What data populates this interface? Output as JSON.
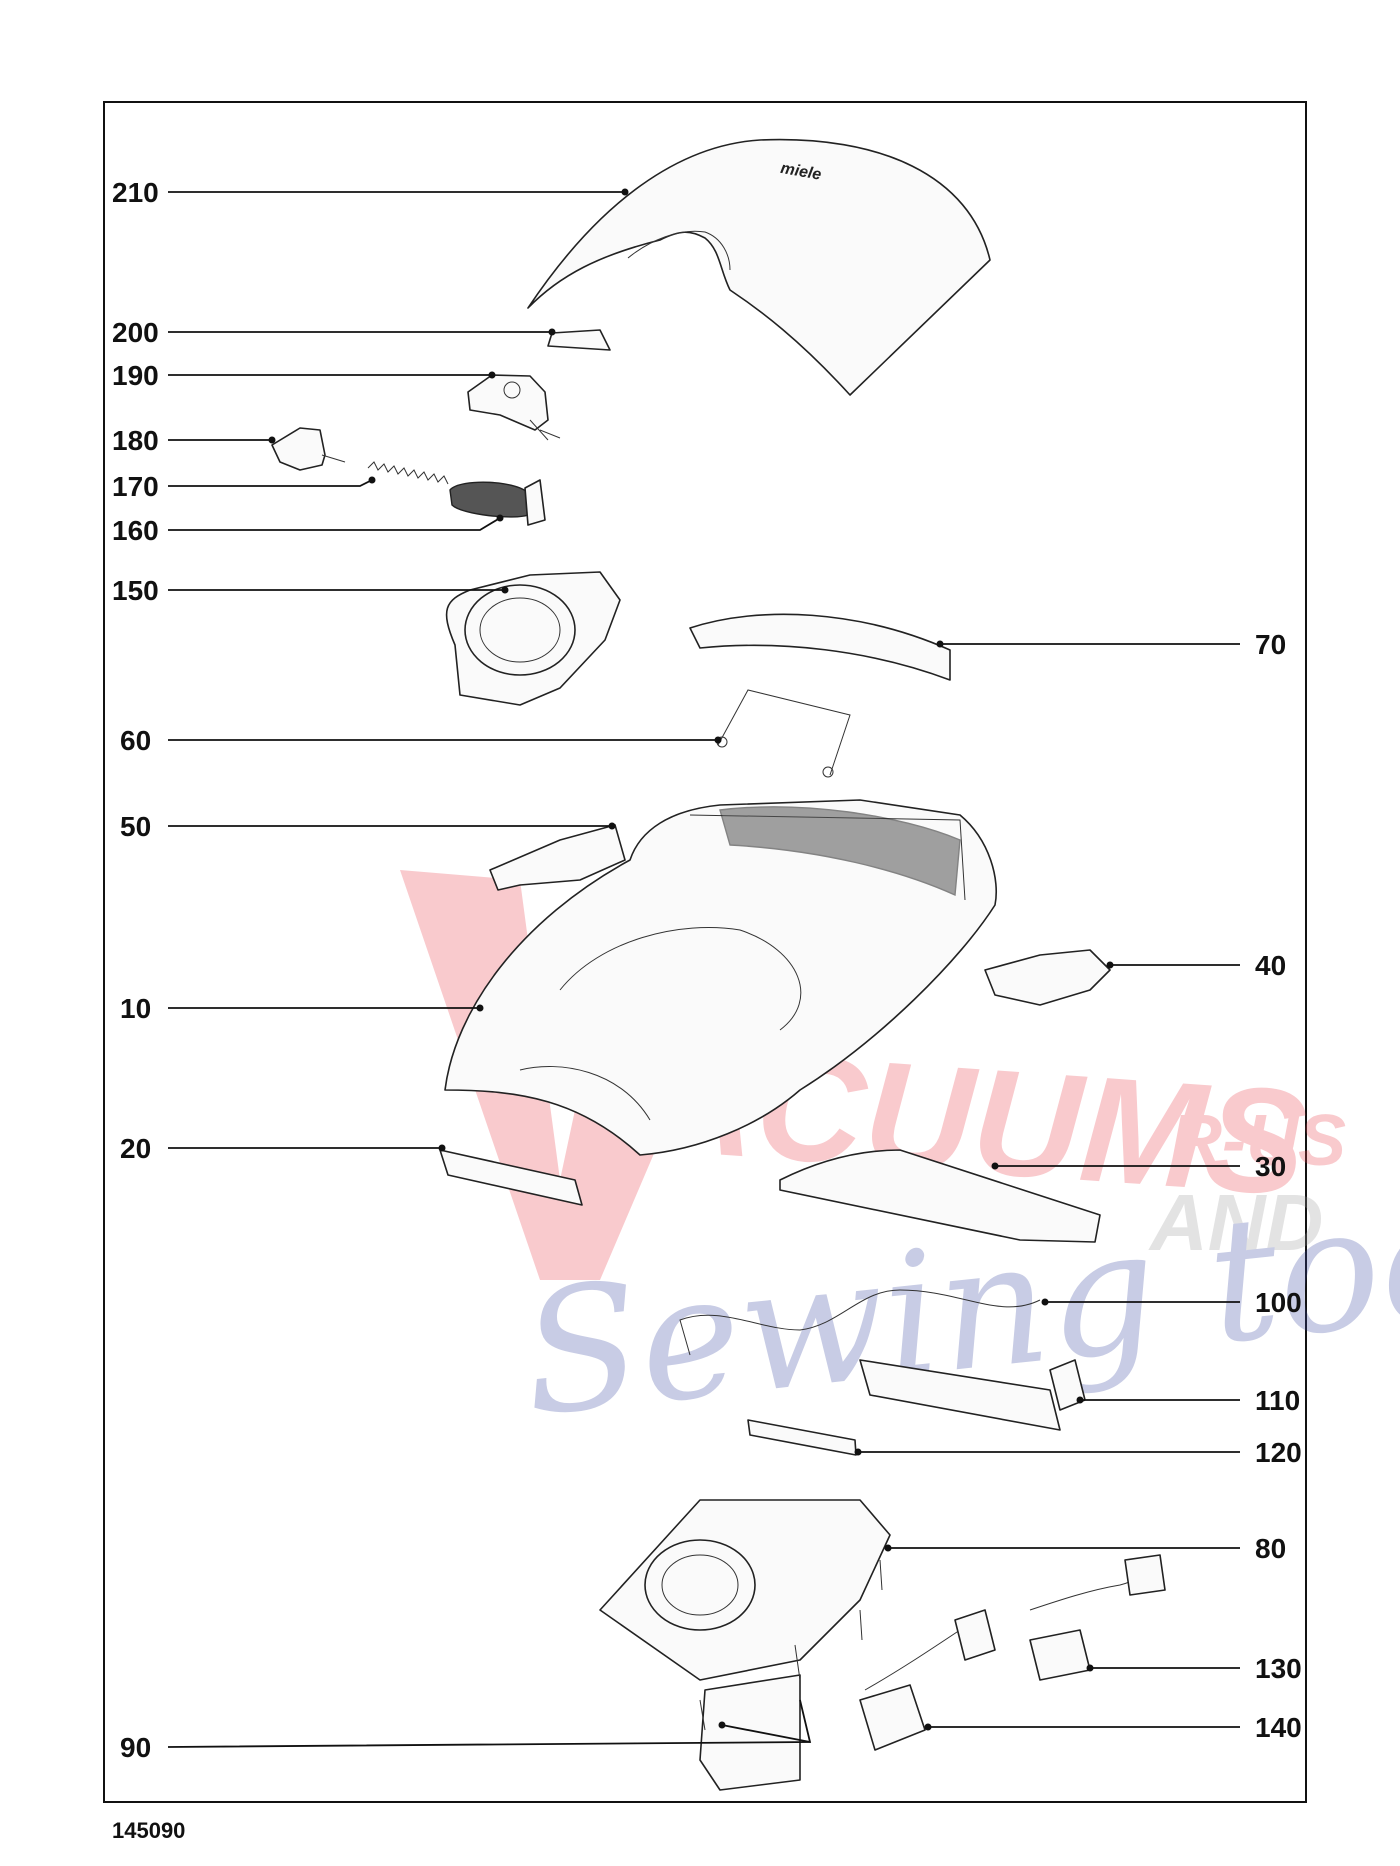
{
  "diagram": {
    "document_number": "145090",
    "brand_mark": "miele",
    "callouts": [
      {
        "id": "210",
        "label": "210"
      },
      {
        "id": "200",
        "label": "200"
      },
      {
        "id": "190",
        "label": "190"
      },
      {
        "id": "180",
        "label": "180"
      },
      {
        "id": "170",
        "label": "170"
      },
      {
        "id": "160",
        "label": "160"
      },
      {
        "id": "150",
        "label": "150"
      },
      {
        "id": "70",
        "label": "70"
      },
      {
        "id": "60",
        "label": "60"
      },
      {
        "id": "50",
        "label": "50"
      },
      {
        "id": "40",
        "label": "40"
      },
      {
        "id": "10",
        "label": "10"
      },
      {
        "id": "20",
        "label": "20"
      },
      {
        "id": "30",
        "label": "30"
      },
      {
        "id": "100",
        "label": "100"
      },
      {
        "id": "110",
        "label": "110"
      },
      {
        "id": "120",
        "label": "120"
      },
      {
        "id": "80",
        "label": "80"
      },
      {
        "id": "130",
        "label": "130"
      },
      {
        "id": "140",
        "label": "140"
      },
      {
        "id": "90",
        "label": "90"
      }
    ]
  },
  "watermark": {
    "line1": "VACUUMS",
    "line2": "R-US",
    "line3": "AND",
    "line4": "Sewing too",
    "colors": {
      "red": "#e8414e",
      "gray": "#9a9a9a",
      "blue": "#3a4aa0"
    }
  }
}
